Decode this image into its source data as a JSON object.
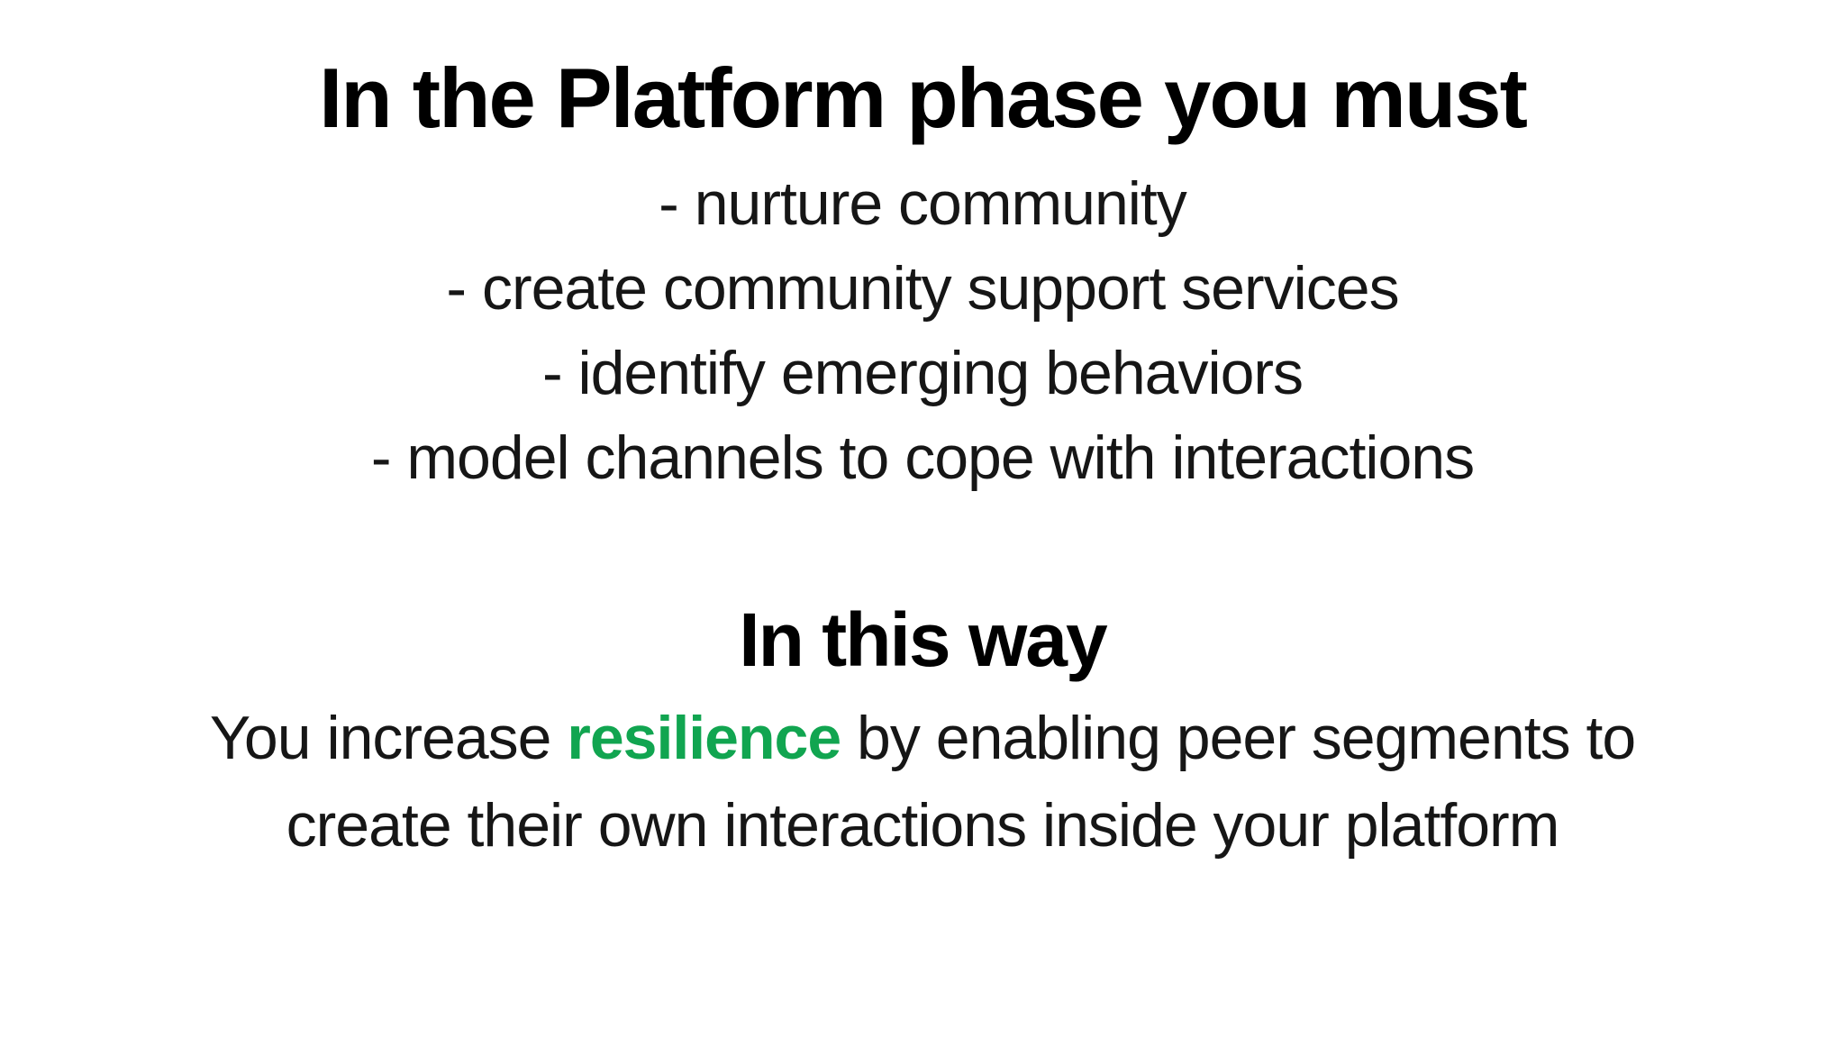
{
  "slide": {
    "heading_primary": "In the Platform phase you must",
    "bullet_items": [
      "- nurture community",
      "- create community support services",
      "- identify emerging behaviors",
      "- model channels to cope with interactions"
    ],
    "heading_secondary": "In this way",
    "closing_statement": {
      "before_highlight": "You increase ",
      "highlight": "resilience",
      "after_highlight": " by enabling peer segments to",
      "second_line": "create their own interactions inside your platform"
    }
  },
  "colors": {
    "background": "#FFFFFF",
    "heading_text": "#000000",
    "body_text": "#161616",
    "highlight_green": "#11A550"
  }
}
